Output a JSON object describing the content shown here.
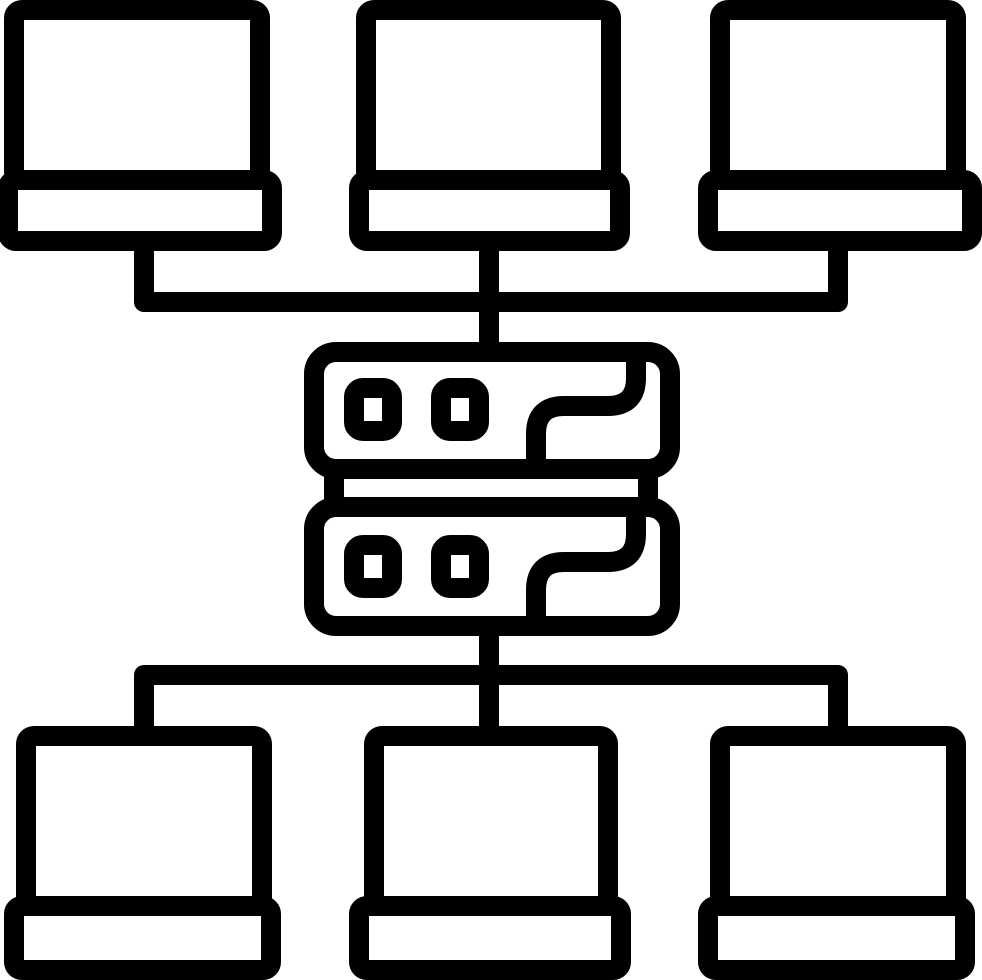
{
  "icon": {
    "name": "server-network-icon",
    "stroke_color": "#000000",
    "fill_color": "#ffffff",
    "background": "#ffffff"
  },
  "nodes": [
    {
      "id": "laptop-top-left",
      "type": "laptop",
      "row": "top"
    },
    {
      "id": "laptop-top-center",
      "type": "laptop",
      "row": "top"
    },
    {
      "id": "laptop-top-right",
      "type": "laptop",
      "row": "top"
    },
    {
      "id": "server-upper-unit",
      "type": "server-unit",
      "indicator_lights": 2
    },
    {
      "id": "server-lower-unit",
      "type": "server-unit",
      "indicator_lights": 2
    },
    {
      "id": "laptop-bottom-left",
      "type": "laptop",
      "row": "bottom"
    },
    {
      "id": "laptop-bottom-center",
      "type": "laptop",
      "row": "bottom"
    },
    {
      "id": "laptop-bottom-right",
      "type": "laptop",
      "row": "bottom"
    }
  ],
  "connections": [
    {
      "from": "laptop-top-left",
      "to": "server-upper-unit"
    },
    {
      "from": "laptop-top-center",
      "to": "server-upper-unit"
    },
    {
      "from": "laptop-top-right",
      "to": "server-upper-unit"
    },
    {
      "from": "server-lower-unit",
      "to": "laptop-bottom-left"
    },
    {
      "from": "server-lower-unit",
      "to": "laptop-bottom-center"
    },
    {
      "from": "server-lower-unit",
      "to": "laptop-bottom-right"
    }
  ]
}
